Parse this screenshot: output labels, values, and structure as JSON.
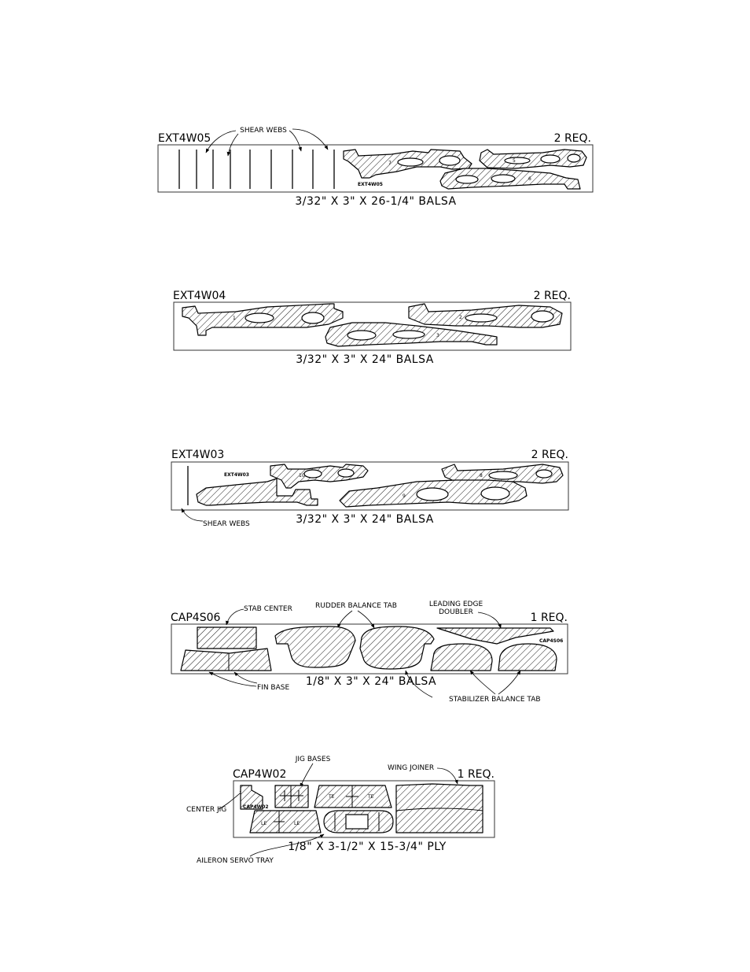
{
  "sheets": {
    "ext4w05": {
      "part_code": "EXT4W05",
      "quantity": "2 REQ.",
      "dimension": "3/32\" X 3\" X 26-1/4\" BALSA",
      "callout_shear_webs": "SHEAR WEBS",
      "stamp": "EXT4W05",
      "rib_numbers": [
        "7",
        "5",
        "6"
      ]
    },
    "ext4w04": {
      "part_code": "EXT4W04",
      "quantity": "2 REQ.",
      "dimension": "3/32\" X 3\" X 24\" BALSA",
      "rib_numbers": [
        "1",
        "2",
        "3"
      ]
    },
    "ext4w03": {
      "part_code": "EXT4W03",
      "quantity": "2 REQ.",
      "dimension": "3/32\" X 3\" X 24\" BALSA",
      "callout_shear_webs": "SHEAR WEBS",
      "stamp": "EXT4W03",
      "rib_numbers": [
        "10",
        "8",
        "9"
      ]
    },
    "cap4s06": {
      "part_code": "CAP4S06",
      "quantity": "1 REQ.",
      "dimension": "1/8\" X 3\" X 24\" BALSA",
      "callout_stab_center": "STAB CENTER",
      "callout_rudder_balance_tab": "RUDDER BALANCE TAB",
      "callout_leading_edge_line1": "LEADING EDGE",
      "callout_leading_edge_line2": "DOUBLER",
      "callout_fin_base": "FIN BASE",
      "callout_stabilizer_balance_tab": "STABILIZER BALANCE TAB",
      "stamp": "CAP4S06"
    },
    "cap4w02": {
      "part_code": "CAP4W02",
      "quantity": "1 REQ.",
      "dimension": "1/8\" X 3-1/2\" X 15-3/4\" PLY",
      "callout_jig_bases": "JIG BASES",
      "callout_wing_joiner": "WING JOINER",
      "callout_center_jig": "CENTER JIG",
      "callout_aileron_servo_tray": "AILERON SERVO TRAY",
      "stamp": "CAP4W02",
      "labels_te": [
        "TE",
        "TE"
      ],
      "labels_le": [
        "LE",
        "LE"
      ]
    }
  }
}
